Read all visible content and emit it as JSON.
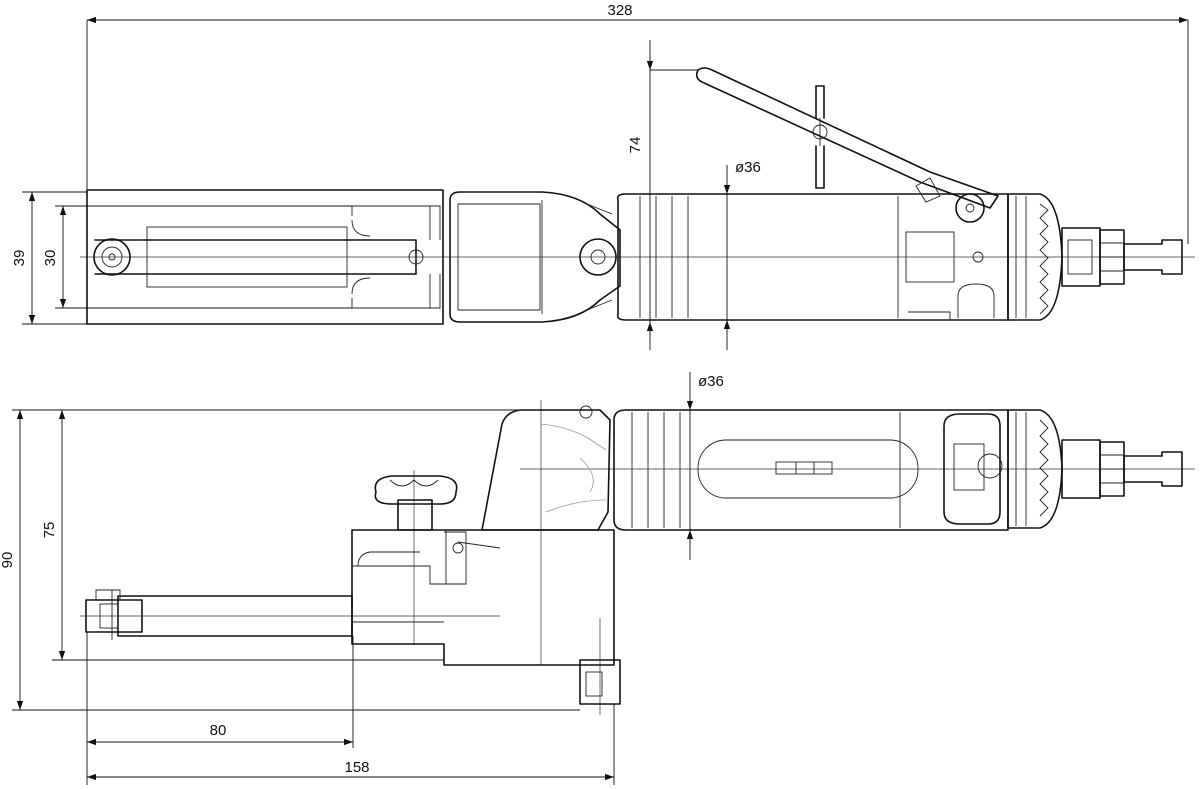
{
  "drawing": {
    "dimensions": {
      "overall_length": "328",
      "trigger_height": "74",
      "top_diameter": "ø36",
      "top_outer_height": "39",
      "top_inner_height": "30",
      "side_diameter": "ø36",
      "side_overall_height": "90",
      "side_inner_height": "75",
      "arm_length": "80",
      "reach_length": "158"
    }
  }
}
